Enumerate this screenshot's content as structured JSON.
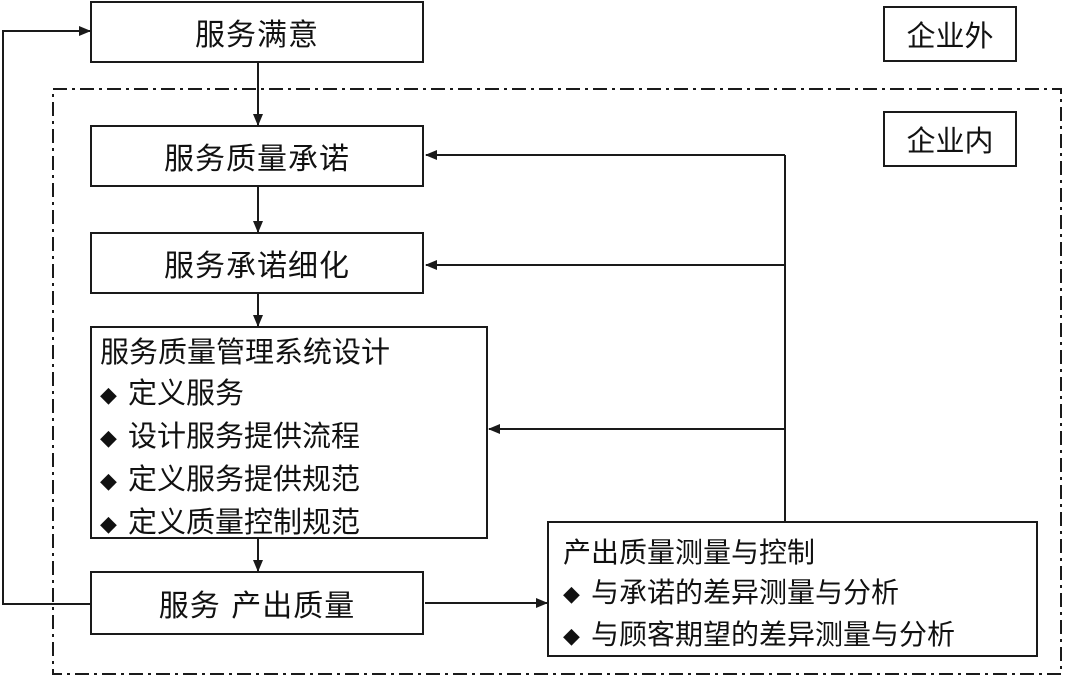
{
  "labels": {
    "outside": "企业外",
    "inside": "企业内"
  },
  "nodes": {
    "service_satisfaction": "服务满意",
    "quality_commitment": "服务质量承诺",
    "commitment_detail": "服务承诺细化",
    "system_design": {
      "title": "服务质量管理系统设计",
      "bullet": "◆",
      "items": [
        "定义服务",
        "设计服务提供流程",
        "定义服务提供规范",
        "定义质量控制规范"
      ]
    },
    "output_quality": "服务 产出质量",
    "measurement": {
      "title": "产出质量测量与控制",
      "bullet": "◆",
      "items": [
        "与承诺的差异测量与分析",
        "与顾客期望的差异测量与分析"
      ]
    }
  }
}
